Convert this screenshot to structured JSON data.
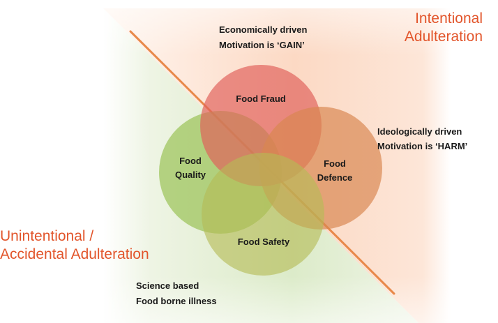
{
  "colors": {
    "accent_text": "#e2552b",
    "diagonal_line": "#e8894a",
    "circle_fraud": "#e0605a",
    "circle_defence": "#de8a5a",
    "circle_quality": "#9cc45a",
    "circle_safety": "#b8b85a",
    "bg_upper": "#fcdcc9",
    "bg_lower": "#e3eed2"
  },
  "regions": {
    "intentional": {
      "line1": "Intentional",
      "line2": "Adulteration"
    },
    "unintentional": {
      "line1": "Unintentional /",
      "line2": "Accidental Adulteration"
    }
  },
  "annotations": {
    "economic": {
      "line1": "Economically driven",
      "line2": "Motivation is ‘GAIN’"
    },
    "ideological": {
      "line1": "Ideologically driven",
      "line2": "Motivation is ‘HARM’"
    },
    "science": {
      "line1": "Science based",
      "line2": "Food borne illness"
    }
  },
  "circles": {
    "fraud": {
      "label": "Food Fraud"
    },
    "defence": {
      "line1": "Food",
      "line2": "Defence"
    },
    "quality": {
      "line1": "Food",
      "line2": "Quality"
    },
    "safety": {
      "label": "Food Safety"
    }
  }
}
